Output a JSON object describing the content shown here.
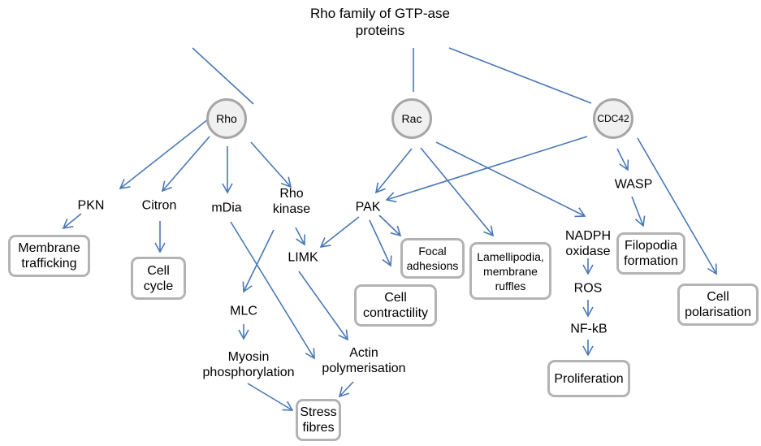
{
  "title": "Rho family of GTP-ase proteins",
  "title_lines": [
    "Rho family of GTP-ase",
    "proteins"
  ],
  "colors": {
    "edge": "#4a78b5",
    "box_border": "#b3b3b3",
    "circle_border": "#a6a6a6",
    "circle_fill": "#f0f0f0"
  },
  "proteins": {
    "rho": "Rho",
    "rac": "Rac",
    "cdc42": "CDC42"
  },
  "effectors": {
    "pkn": "PKN",
    "citron": "Citron",
    "mdia": "mDia",
    "rho_kinase_1": "Rho",
    "rho_kinase_2": "kinase",
    "pak": "PAK",
    "limk": "LIMK",
    "mlc": "MLC",
    "myosin_1": "Myosin",
    "myosin_2": "phosphorylation",
    "actin_1": "Actin",
    "actin_2": "polymerisation",
    "nadph_1": "NADPH",
    "nadph_2": "oxidase",
    "ros": "ROS",
    "nfkb": "NF-kB",
    "wasp": "WASP"
  },
  "outcomes": {
    "membrane_trafficking_1": "Membrane",
    "membrane_trafficking_2": "trafficking",
    "cell_cycle_1": "Cell",
    "cell_cycle_2": "cycle",
    "focal_1": "Focal",
    "focal_2": "adhesions",
    "lamellipodia_1": "Lamellipodia,",
    "lamellipodia_2": "membrane",
    "lamellipodia_3": "ruffles",
    "contractility_1": "Cell",
    "contractility_2": "contractility",
    "stress_1": "Stress",
    "stress_2": "fibres",
    "proliferation": "Proliferation",
    "filopodia_1": "Filopodia",
    "filopodia_2": "formation",
    "polarisation_1": "Cell",
    "polarisation_2": "polarisation"
  },
  "edges": [
    {
      "from": "title",
      "to": "rho",
      "arrow": false
    },
    {
      "from": "title",
      "to": "rac",
      "arrow": false
    },
    {
      "from": "title",
      "to": "cdc42",
      "arrow": false
    },
    {
      "from": "rho",
      "to": "pkn",
      "arrow": true
    },
    {
      "from": "rho",
      "to": "citron",
      "arrow": true
    },
    {
      "from": "rho",
      "to": "mdia",
      "arrow": true
    },
    {
      "from": "rho",
      "to": "rho_kinase",
      "arrow": true
    },
    {
      "from": "pkn",
      "to": "membrane_trafficking",
      "arrow": true
    },
    {
      "from": "citron",
      "to": "cell_cycle",
      "arrow": true
    },
    {
      "from": "mdia",
      "to": "actin_polymerisation",
      "arrow": true
    },
    {
      "from": "rho_kinase",
      "to": "limk",
      "arrow": true
    },
    {
      "from": "rho_kinase",
      "to": "mlc",
      "arrow": true
    },
    {
      "from": "mlc",
      "to": "myosin_phosphorylation",
      "arrow": true
    },
    {
      "from": "myosin_phosphorylation",
      "to": "stress_fibres",
      "arrow": true
    },
    {
      "from": "limk",
      "to": "actin_polymerisation",
      "arrow": true
    },
    {
      "from": "actin_polymerisation",
      "to": "stress_fibres",
      "arrow": true
    },
    {
      "from": "rac",
      "to": "pak",
      "arrow": true
    },
    {
      "from": "rac",
      "to": "lamellipodia",
      "arrow": true
    },
    {
      "from": "rac",
      "to": "nadph_oxidase",
      "arrow": true
    },
    {
      "from": "cdc42",
      "to": "pak",
      "arrow": true
    },
    {
      "from": "pak",
      "to": "limk",
      "arrow": true
    },
    {
      "from": "pak",
      "to": "cell_contractility",
      "arrow": true
    },
    {
      "from": "pak",
      "to": "focal_adhesions",
      "arrow": true
    },
    {
      "from": "nadph_oxidase",
      "to": "ros",
      "arrow": true
    },
    {
      "from": "ros",
      "to": "nfkb",
      "arrow": true
    },
    {
      "from": "nfkb",
      "to": "proliferation",
      "arrow": true
    },
    {
      "from": "cdc42",
      "to": "wasp",
      "arrow": true
    },
    {
      "from": "wasp",
      "to": "filopodia_formation",
      "arrow": true
    },
    {
      "from": "cdc42",
      "to": "cell_polarisation",
      "arrow": true
    }
  ]
}
